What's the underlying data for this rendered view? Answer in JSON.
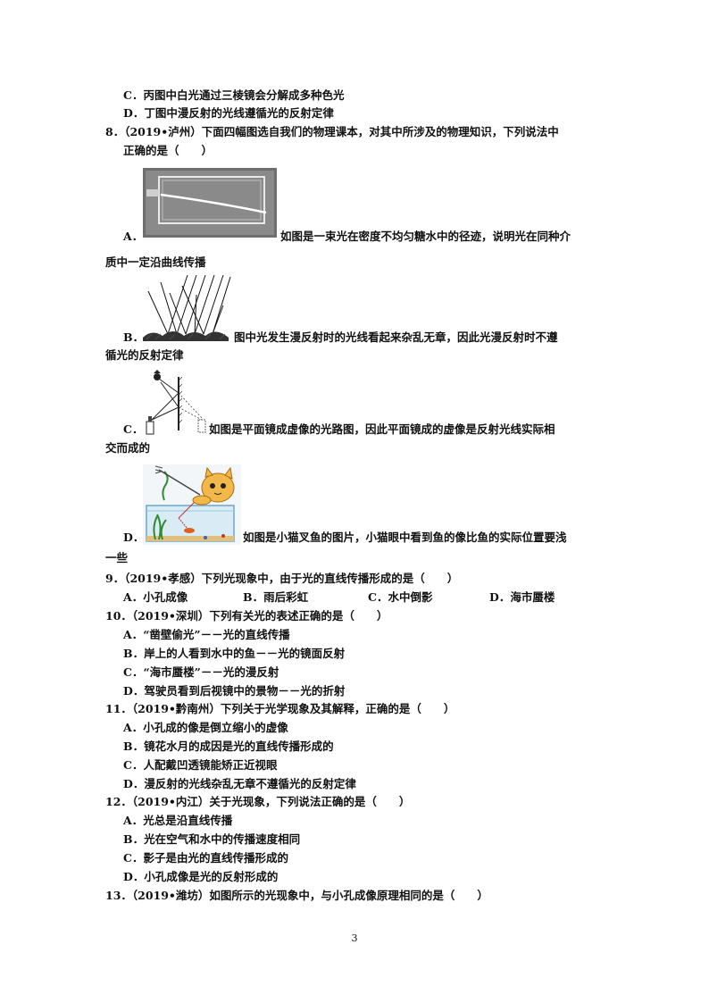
{
  "prev": {
    "c": "C．丙图中白光通过三棱镜会分解成多种色光",
    "d": "D．丁图中漫反射的光线遵循光的反射定律"
  },
  "q8": {
    "stem1": "8．（2019•泸州）下面四幅图选自我们的物理课本，对其中所涉及的物理知识，下列说法中",
    "stem2": "正确的是（　　）",
    "a1": "A．",
    "a_text1": "如图是一束光在密度不均匀糖水中的径迹，说明光在同种介",
    "a_text2": "质中一定沿曲线传播",
    "b1": "B．",
    "b_text1": "图中光发生漫反射时的光线看起来杂乱无章，因此光漫反射时不遵",
    "b_text2": "循光的反射定律",
    "c1": "C．",
    "c_text1": "如图是平面镜成虚像的光路图，因此平面镜成的虚像是反射光线实际相",
    "c_text2": "交而成的",
    "d1": "D．",
    "d_text1": "如图是小猫叉鱼的图片，小猫眼中看到鱼的像比鱼的实际位置要浅",
    "d_text2": "一些"
  },
  "q9": {
    "stem": "9．（2019•孝感）下列光现象中，由于光的直线传播形成的是（　　）",
    "a": "A．小孔成像",
    "b": "B．雨后彩虹",
    "c": "C．水中倒影",
    "d": "D．海市蜃楼"
  },
  "q10": {
    "stem": "10．（2019•深圳）下列有关光的表述正确的是（　　）",
    "a": "A．“凿壁偷光”－－光的直线传播",
    "b": "B．岸上的人看到水中的鱼－－光的镜面反射",
    "c": "C．“海市蜃楼”－－光的漫反射",
    "d": "D．驾驶员看到后视镜中的景物－－光的折射"
  },
  "q11": {
    "stem": "11．（2019•黔南州）下列关于光学现象及其解释，正确的是（　　）",
    "a": "A．小孔成的像是倒立缩小的虚像",
    "b": "B．镜花水月的成因是光的直线传播形成的",
    "c": "C．人配戴凹透镜能矫正近视眼",
    "d": "D．漫反射的光线杂乱无章不遵循光的反射定律"
  },
  "q12": {
    "stem": "12．（2019•内江）关于光现象，下列说法正确的是（　　）",
    "a": "A．光总是沿直线传播",
    "b": "B．光在空气和水中的传播速度相同",
    "c": "C．影子是由光的直线传播形成的",
    "d": "D．小孔成像是光的反射形成的"
  },
  "q13": {
    "stem": "13．（2019•潍坊）如图所示的光现象中，与小孔成像原理相同的是（　　）"
  },
  "footer": {
    "page": "3"
  }
}
